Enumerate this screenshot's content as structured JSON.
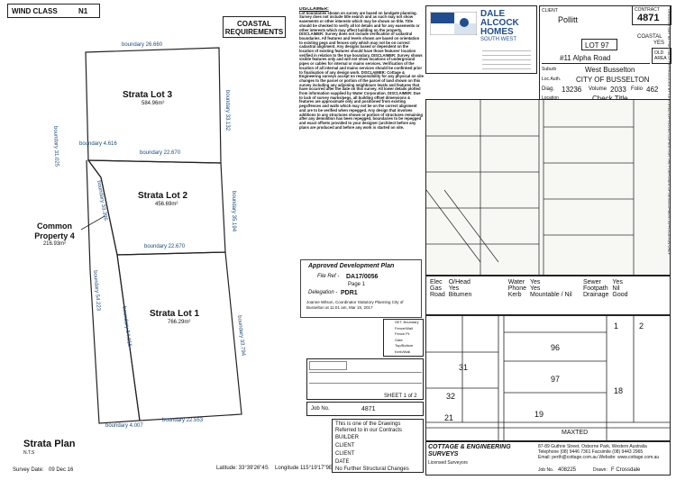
{
  "header": {
    "wind_class": "WIND CLASS",
    "wind_value": "N1",
    "coastal": "COASTAL REQUIREMENTS"
  },
  "boundaries": {
    "top": "boundary 26.660",
    "left_upper": "boundary 31.025",
    "right_upper": "boundary 33.132",
    "middle_upper": "boundary 22.670",
    "left_short": "boundary 4.616",
    "left_mid": "boundary 33.396",
    "right_mid": "boundary 35.194",
    "middle_lower": "boundary 22.670",
    "left_lower": "boundary 54.223",
    "inner_lower": "boundary 54.015",
    "right_lower": "boundary 33.794",
    "bottom": "boundary 22.553",
    "bottom_left": "boundary 4.007"
  },
  "lots": [
    {
      "name": "Strata Lot 3",
      "area": "584.96m²"
    },
    {
      "name": "Strata Lot 2",
      "area": "456.69m²"
    },
    {
      "name": "Strata Lot 1",
      "area": "766.29m²"
    }
  ],
  "common": {
    "name": "Common Property 4",
    "area": "216.93m²"
  },
  "plan": {
    "title": "Strata Plan",
    "nts": "N.T.S",
    "survey_label": "Survey Date:",
    "survey_date": "09 Dec 16"
  },
  "coords": {
    "lat": "Latitude: 33°39'26\"4S",
    "lon": "Longitude 115°19'17\"9E"
  },
  "disclaimer": {
    "heading": "DISCLAIMER:",
    "body": "Lot boundaries shown on survey are based on landgate planning. Survey does not include title search and as such may not show easements or other interests which may be shown on title. Title should be checked to verify all lot details and for any easements or other interests which may affect building on the property. DISCLAIMER: Survey does not include verification of cadastral boundaries. All features and levels shown are based on orientation to existing pegs and fences only which may not be on correct cadastral alignment. Any designs based or dependent on the location of existing features should have those features' location verified in relation to the true boundary. DISCLAIMER: Survey shows visible features only and will not show locations of underground pipes or cables for internal or mains services. Verification of the location of all internal and mains services should be confirmed prior to finalisation of any design work. DISCLAIMER: Cottage & Engineering surveys accept no responsibility for any physical on site changes to the parcel or portion of the parcel of land shown on this survey including any adjoining neighbours levels and features that have occurred after the date on this survey. All lower details plotted from information supplied by Water Corporation. DISCLAIMER: Due to lack of survey marks/pegs, all building offset dimensions & features are approximate only and positioned from existing pegs/fences and walls which may not be on the correct alignment and are to be verified when repegged. Any design that involves additions to any structures shown or portion of structures remaining after any demolition has been repegged, boundaries to be repegged and exact offsets provided to your designer (architect before any plans are produced and before any work is started on site."
  },
  "approved": {
    "title": "Approved Development Plan",
    "file_ref_label": "File Ref -",
    "file_ref": "DA17/0056",
    "page": "Page 1",
    "delegation_label": "Delegation -",
    "delegation": "PDR1",
    "signatory": "Joanne Wilson, Coordinator Statutory Planning City of Busselton at 11:01 am, Mar 15, 2017"
  },
  "legend_items": [
    "SET. Boundary",
    "Fence/Wall",
    "Fence Pt.",
    "Gate",
    "Top/Bottom",
    "Kerb/Wall"
  ],
  "job": {
    "sheet": "SHEET 1 of 2",
    "job_label": "Job No.",
    "job_no": "4871"
  },
  "drawings": {
    "note": "This is one of the Drawings Referred to in our Contracts",
    "builder": "BUILDER",
    "client1": "CLIENT",
    "client2": "CLIENT",
    "date": "DATE",
    "no_changes": "No Further Structural Changes"
  },
  "logo": {
    "line1": "DALE",
    "line2": "ALCOCK",
    "line3": "HOMES",
    "line4": "SOUTH WEST"
  },
  "client": {
    "client_label": "CLIENT",
    "client_name": "Pollitt",
    "contract_label": "CONTRACT",
    "contract_no": "4871",
    "coastal_label": "COASTAL",
    "coastal_val": "YES",
    "lot": "LOT 97",
    "old_area_label": "OLD AREA",
    "address": "#11 Alpha Road",
    "suburb_label": "Suburb",
    "suburb": "West Busselton",
    "locauth_label": "Loc.Auth.",
    "locauth": "CITY OF BUSSELTON",
    "diag_label": "Diag.",
    "diag": "13236",
    "volume_label": "Volume",
    "volume": "2033",
    "folio_label": "Folio",
    "folio": "462",
    "location_label": "Location",
    "location": "Check Title"
  },
  "services": [
    [
      {
        "l": "Elec",
        "v": "O/Head"
      },
      {
        "l": "Water",
        "v": "Yes"
      },
      {
        "l": "Sewer",
        "v": "Yes"
      }
    ],
    [
      {
        "l": "Gas",
        "v": "Yes"
      },
      {
        "l": "Phone",
        "v": "Yes"
      },
      {
        "l": "Footpath",
        "v": "Nil"
      }
    ],
    [
      {
        "l": "Road",
        "v": "Bitumen"
      },
      {
        "l": "Kerb",
        "v": "Mountable / Nil"
      },
      {
        "l": "Drainage",
        "v": "Good"
      }
    ]
  ],
  "locality": {
    "lots": [
      "96",
      "97",
      "31",
      "32",
      "19",
      "21",
      "18",
      "1",
      "2"
    ],
    "road": "MAXTED"
  },
  "company": {
    "name": "COTTAGE & ENGINEERING SURVEYS",
    "sub": "Licensed Surveyors",
    "addr": "87-89 Guthrie Street, Osborne Park, Western Australia",
    "tel": "Telephone (08) 9446 7361  Facsimile (08) 9443 2965",
    "email": "Email: perth@cottage.com.au  Website: www.cottage.com.au",
    "job_label": "Job No.",
    "job": "408225",
    "drawn_label": "Drawn:",
    "drawn": "F Crossdale"
  },
  "side_strip": "DRAWING MAY BE PARTIALLY REPRODUCED BY CERTIFIED APPROVED COPIES FOR THE PURPOSES OF DEVELOPMENT APPLICATION ONLY"
}
